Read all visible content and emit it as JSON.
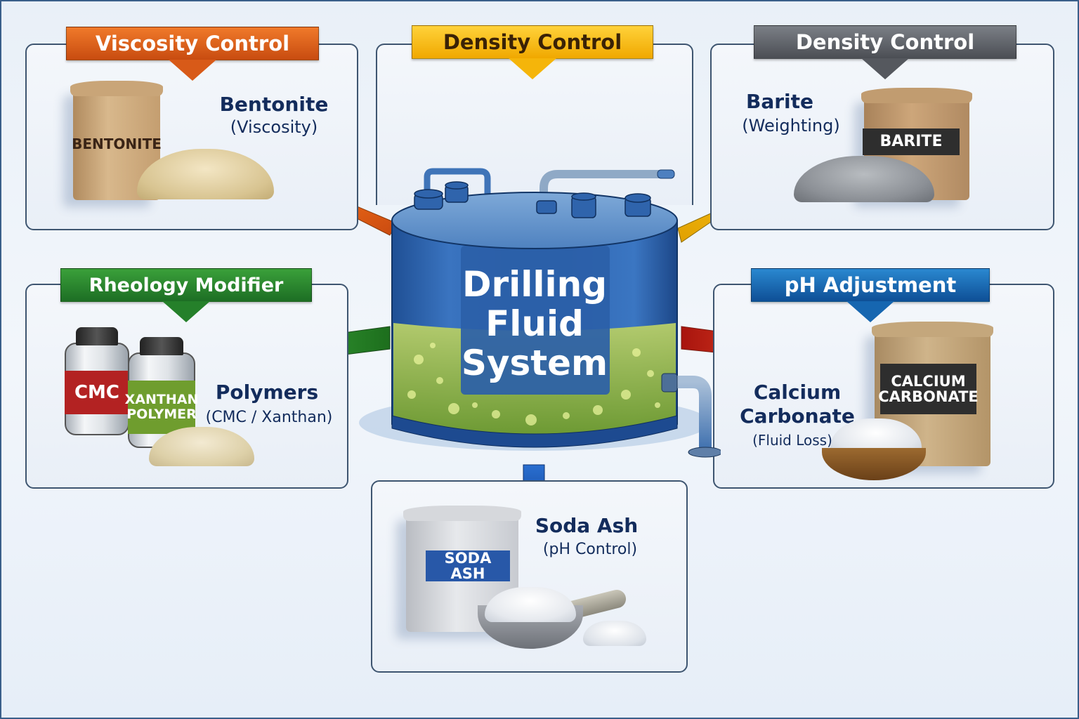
{
  "center": {
    "title_lines": [
      "Drilling",
      "Fluid",
      "System"
    ]
  },
  "colors": {
    "viscosity": "#e4601a",
    "density_yellow": "#f2b705",
    "density_gray": "#5e6166",
    "rheology": "#2e8b2e",
    "ph": "#1668b0",
    "text_navy": "#132c5c",
    "tank_blue": "#2a5fa8",
    "fluid_green": "#8fb83a"
  },
  "panels": {
    "viscosity": {
      "banner": "Viscosity Control",
      "additive": "Bentonite",
      "purpose": "(Viscosity)",
      "bag_label": "BENTONITE",
      "arrow_color": "#e4601a"
    },
    "density_center": {
      "banner": "Density Control",
      "arrow_color": "#f2b705"
    },
    "density": {
      "banner": "Density Control",
      "additive": "Barite",
      "purpose": "(Weighting)",
      "bag_label": "BARITE",
      "arrow_color": "#f2b705"
    },
    "rheology": {
      "banner": "Rheology Modifier",
      "additive": "Polymers",
      "purpose": "(CMC / Xanthan)",
      "jar1_label": "CMC",
      "jar2_label_lines": [
        "XANTHAN",
        "POLYMER"
      ],
      "arrow_color": "#2e8b2e"
    },
    "ph": {
      "banner": "pH Adjustment",
      "additive_lines": [
        "Calcium",
        "Carbonate"
      ],
      "purpose": "(Fluid Loss)",
      "bag_label_lines": [
        "CALCIUM",
        "CARBONATE"
      ],
      "arrow_color": "#e03a1e"
    },
    "soda": {
      "additive": "Soda Ash",
      "purpose": "(pH Control)",
      "bag_label": "SODA ASH",
      "arrow_color": "#1a5fc0"
    }
  }
}
